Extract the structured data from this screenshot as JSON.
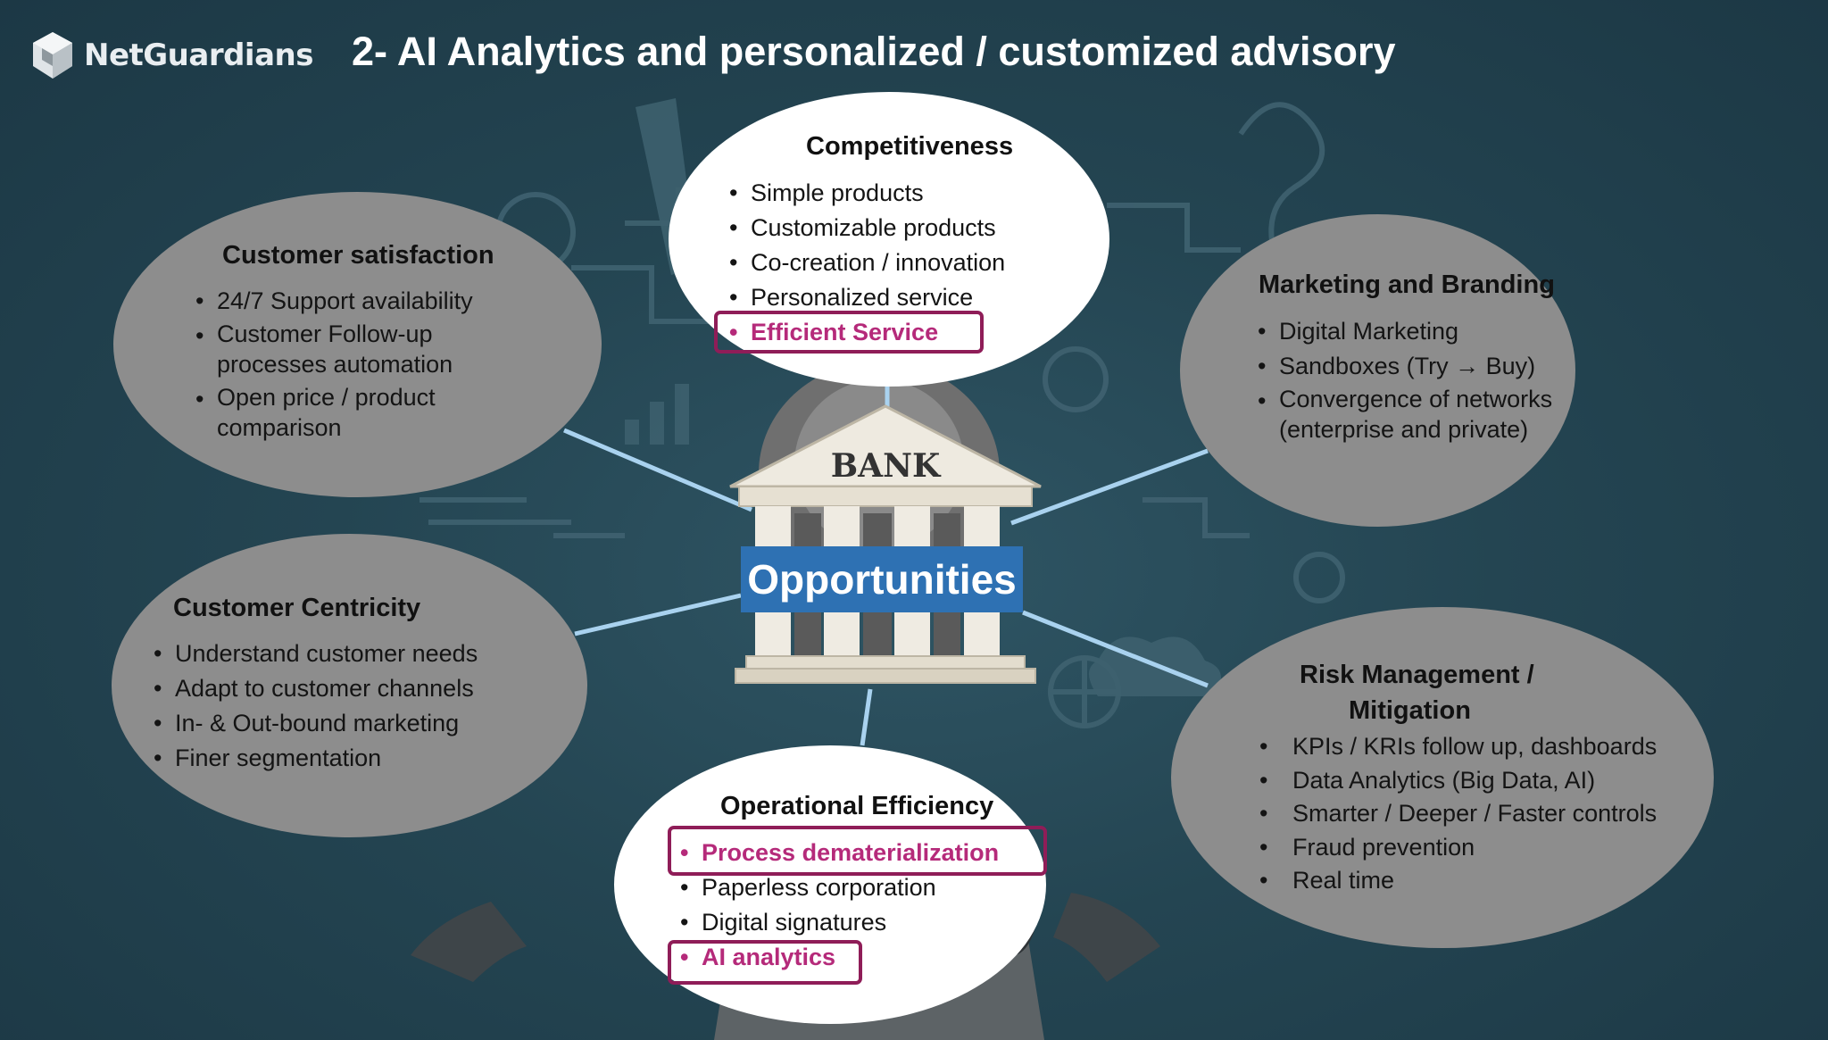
{
  "logo": {
    "text": "NetGuardians"
  },
  "title": "2- AI Analytics and personalized / customized advisory",
  "center": {
    "bank_label": "BANK",
    "label": "Opportunities"
  },
  "bubbles": {
    "competitiveness": {
      "title": "Competitiveness",
      "items": [
        "Simple products",
        "Customizable products",
        "Co-creation / innovation",
        "Personalized service",
        "Efficient Service"
      ],
      "highlighted": [
        "Efficient Service"
      ]
    },
    "customer_satisfaction": {
      "title": "Customer satisfaction",
      "items": [
        "24/7 Support availability",
        "Customer Follow-up processes automation",
        "Open price / product comparison"
      ]
    },
    "marketing": {
      "title": "Marketing and Branding",
      "items": [
        "Digital Marketing",
        "Sandboxes (Try → Buy)",
        "Convergence of networks (enterprise and private)"
      ]
    },
    "customer_centricity": {
      "title": "Customer Centricity",
      "items": [
        "Understand customer needs",
        "Adapt to customer channels",
        "In- & Out-bound marketing",
        "Finer segmentation"
      ]
    },
    "risk": {
      "title_line1": "Risk Management /",
      "title_line2": "Mitigation",
      "items": [
        "KPIs / KRIs follow up, dashboards",
        "Data Analytics (Big Data, AI)",
        "Smarter / Deeper / Faster controls",
        "Fraud prevention",
        "Real time"
      ]
    },
    "operational": {
      "title": "Operational Efficiency",
      "items": [
        "Process dematerialization",
        "Paperless corporation",
        "Digital signatures",
        "AI analytics"
      ],
      "highlighted": [
        "Process dematerialization",
        "AI analytics"
      ]
    }
  },
  "colors": {
    "background": "#234451",
    "grey_bubble": "#8d8d8d",
    "white_bubble": "#ffffff",
    "highlight_text": "#b52a7a",
    "highlight_border": "#8f1d58",
    "opportunities_box": "#2e71b3",
    "connector": "#a9d2ef"
  }
}
